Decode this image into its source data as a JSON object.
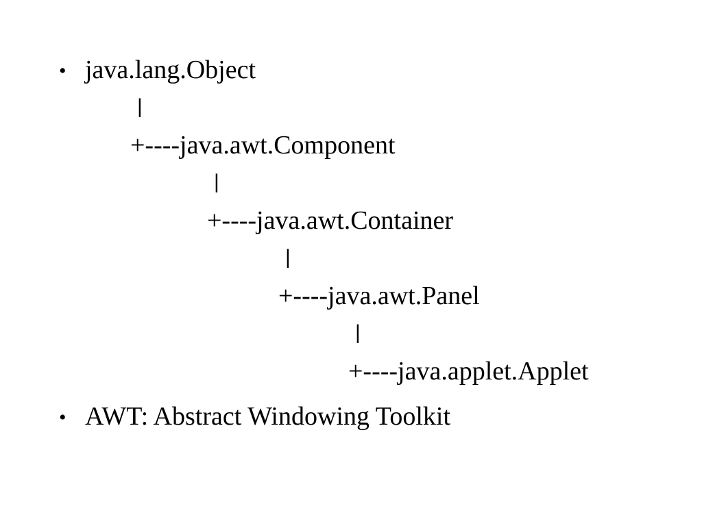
{
  "slide": {
    "bullet_char": "•",
    "hierarchy": {
      "root": "java.lang.Object",
      "connector": "|",
      "levels": [
        "+----java.awt.Component",
        "+----java.awt.Container",
        "+----java.awt.Panel",
        "+----java.applet.Applet"
      ]
    },
    "second_bullet": "AWT: Abstract Windowing Toolkit"
  }
}
